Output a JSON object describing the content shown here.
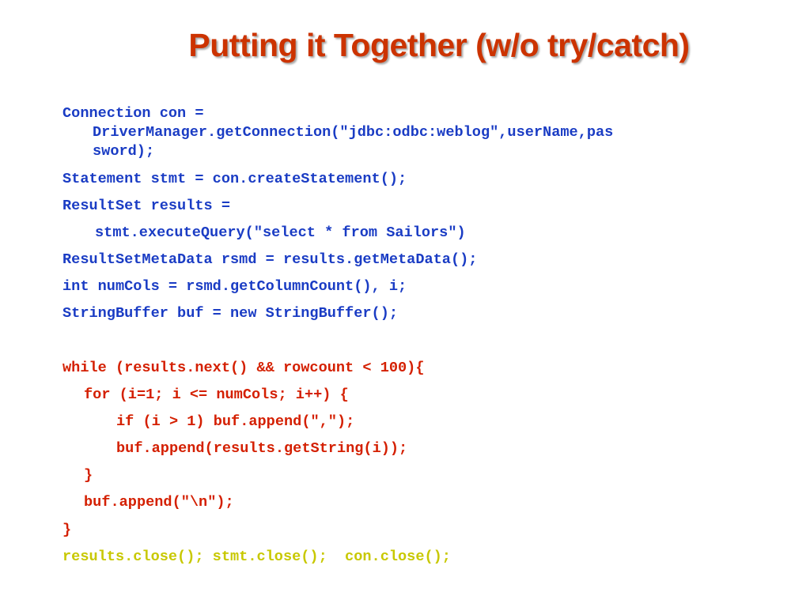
{
  "colors": {
    "title": "#cc3300",
    "code_blue": "#1a3cc4",
    "code_red": "#d41f00",
    "code_yellow": "#c8c800",
    "background": "#ffffff"
  },
  "slide": {
    "title": "Putting it Together (w/o try/catch)",
    "code_lines": [
      "Connection con =",
      "DriverManager.getConnection(\"jdbc:odbc:weblog\",userName,pas",
      "sword);",
      "Statement stmt = con.createStatement();",
      "ResultSet results =",
      "stmt.executeQuery(\"select * from Sailors\")",
      "ResultSetMetaData rsmd = results.getMetaData();",
      "int numCols = rsmd.getColumnCount(), i;",
      "StringBuffer buf = new StringBuffer();",
      "while (results.next() && rowcount < 100){",
      "for (i=1; i <= numCols; i++) {",
      "if (i > 1) buf.append(\",\");",
      "buf.append(results.getString(i));",
      "}",
      "buf.append(\"\\n\");",
      "}",
      "results.close(); stmt.close();  con.close();"
    ]
  }
}
